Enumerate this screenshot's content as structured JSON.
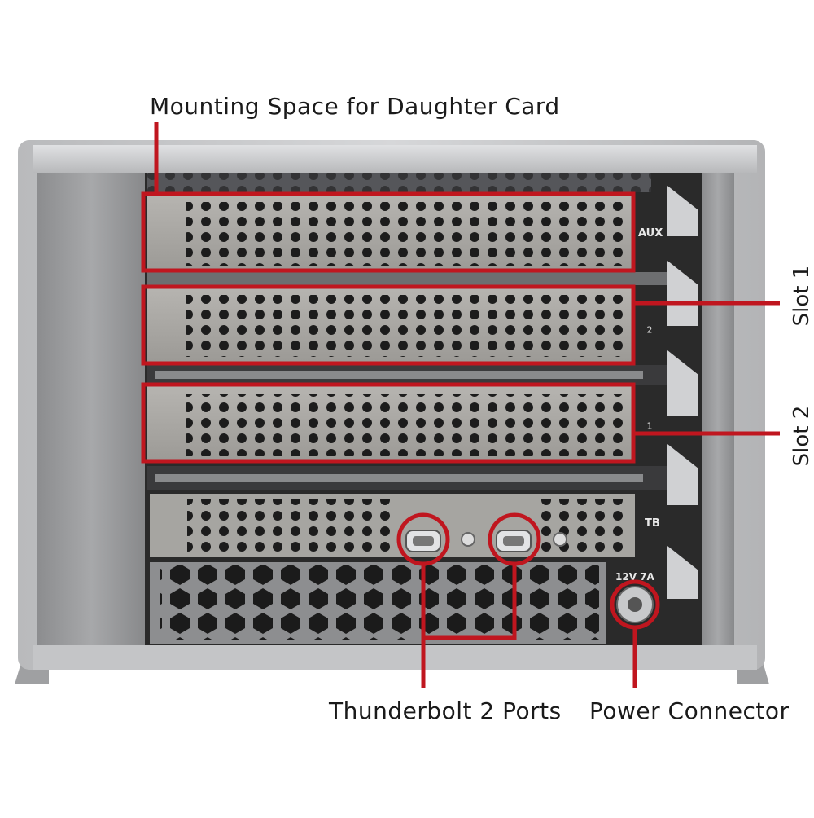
{
  "callouts": {
    "daughter_card": "Mounting Space for Daughter Card",
    "slot1": "Slot 1",
    "slot2": "Slot 2",
    "thunderbolt": "Thunderbolt 2 Ports",
    "power": "Power Connector"
  },
  "bracket_labels": {
    "aux": "AUX",
    "slot_2_badge": "2",
    "slot_1_badge": "1",
    "tb": "TB",
    "power_rating": "12V 7A"
  },
  "colors": {
    "highlight": "#c0161f",
    "chassis": "#c9cacc",
    "bracket": "#a9a8a4",
    "interior": "#2a2a2a"
  }
}
